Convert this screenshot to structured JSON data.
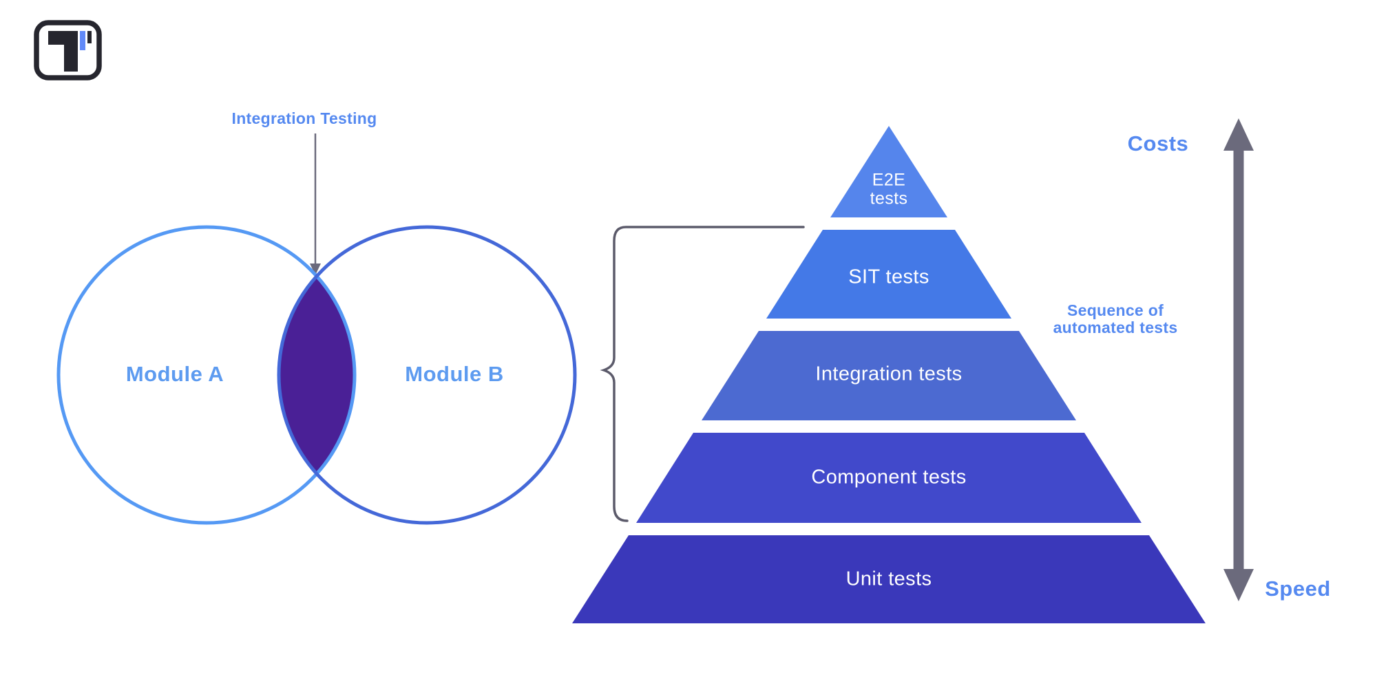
{
  "logo": {
    "name": "T logo mark",
    "border_color": "#26262E",
    "dark_color": "#26262E",
    "accent_color": "#6189F8",
    "background": "#FFFFFF"
  },
  "venn": {
    "annotation": "Integration Testing",
    "annotation_color": "#5589F0",
    "module_a": "Module A",
    "module_b": "Module B",
    "label_color": "#5D9BF0",
    "circle_a_color": "#5599F4",
    "circle_b_color": "#4468D8",
    "overlap_color": "#4A2096",
    "arrow_color": "#6B6A7C"
  },
  "brace": {
    "color": "#5C5B6B"
  },
  "pyramid": {
    "text_color": "#FFFFFF",
    "levels": [
      {
        "line1": "E2E",
        "line2": "tests",
        "color": "#5585EC"
      },
      {
        "label": "SIT tests",
        "color": "#4479E7"
      },
      {
        "label": "Integration tests",
        "color": "#4C6AD1"
      },
      {
        "label": "Component tests",
        "color": "#4149CB"
      },
      {
        "label": "Unit tests",
        "color": "#3A38BA"
      }
    ]
  },
  "side_note": {
    "line1": "Sequence of",
    "line2": "automated tests",
    "color": "#5589F0"
  },
  "axis": {
    "top_label": "Costs",
    "bottom_label": "Speed",
    "label_color": "#5589F0",
    "arrow_color": "#6B6A7C"
  }
}
